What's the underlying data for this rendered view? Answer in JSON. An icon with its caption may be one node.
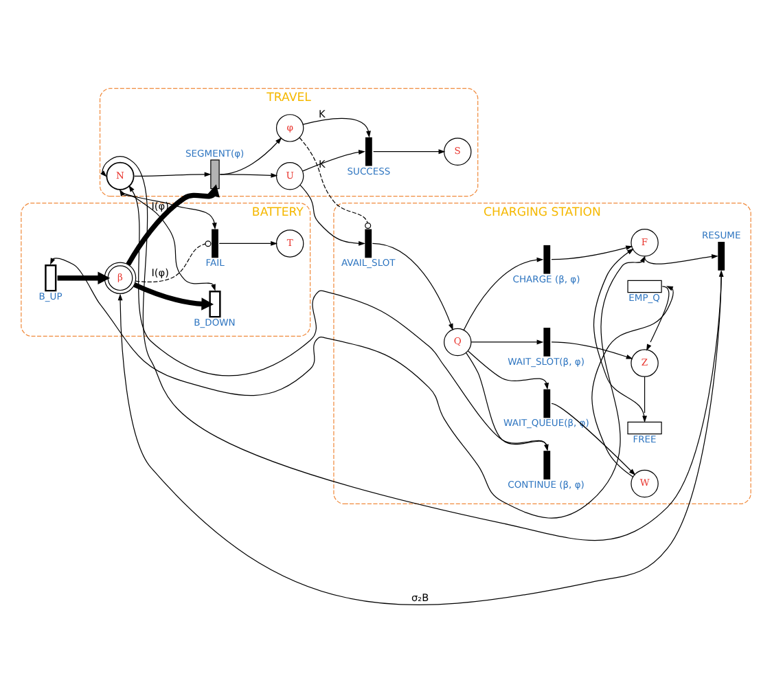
{
  "diagram": {
    "nodes": [
      {
        "text": [
          "TRAVEL"
        ]
      },
      {
        "text": [
          "CHARGING STATION"
        ]
      },
      {
        "text": [
          "BATTERY"
        ]
      },
      {
        "text": [
          "S"
        ],
        "in": 0
      },
      {
        "text": [
          "CONTINUE (β, φ)"
        ],
        "in": 1
      },
      {
        "text": [
          "WAIT_QUEUE(β, φ)"
        ],
        "in": 1
      },
      {
        "text": [
          "W"
        ],
        "in": 1
      },
      {
        "text": [
          "SUCCESS"
        ],
        "in": 0
      },
      {
        "text": [
          "φ"
        ],
        "in": 0
      },
      {
        "text": [
          "EMP_Q"
        ],
        "in": 1
      },
      {
        "text": [
          "N"
        ],
        "in": 0
      },
      {
        "text": [
          "SEGMENT(φ)"
        ],
        "in": 0
      },
      {
        "text": [
          "U"
        ],
        "in": 0
      },
      {
        "text": [
          "AVAIL_SLOT"
        ],
        "in": 1
      },
      {
        "text": [
          "Q"
        ],
        "in": 1
      },
      {
        "text": [
          "WAIT_SLOT(β, φ)"
        ],
        "in": 1
      },
      {
        "text": [
          "Z"
        ],
        "in": 1
      },
      {
        "text": [
          "FREE"
        ],
        "in": 1
      },
      {
        "text": [
          "CHARGE (β, φ)"
        ],
        "in": 1
      },
      {
        "text": [
          "B_DOWN"
        ],
        "in": 2
      },
      {
        "text": [
          "β"
        ],
        "in": 2
      },
      {
        "text": [
          "B_UP"
        ],
        "in": 2
      },
      {
        "text": [
          "F"
        ],
        "in": 1
      },
      {
        "text": [
          "T"
        ],
        "in": 2
      },
      {
        "text": [
          "FAIL"
        ],
        "in": 2
      },
      {
        "text": [
          "RESUME"
        ],
        "in": 1
      }
    ],
    "edges": [
      {
        "from": 10,
        "to": 11,
        "arrow": "to"
      },
      {
        "from": 11,
        "to": 8,
        "arrow": "to"
      },
      {
        "from": 11,
        "to": 12,
        "arrow": "to"
      },
      {
        "from": 8,
        "to": 7,
        "arrow": "to",
        "label": "K"
      },
      {
        "from": 8,
        "to": 13,
        "arrow": "other",
        "label": "K",
        "style": "dashed"
      },
      {
        "from": 12,
        "to": 7,
        "arrow": "to"
      },
      {
        "from": 7,
        "to": 3,
        "arrow": "to"
      },
      {
        "from": 12,
        "to": 13,
        "arrow": "to"
      },
      {
        "from": 13,
        "to": 14,
        "arrow": "to"
      },
      {
        "from": 14,
        "to": 4,
        "arrow": "to"
      },
      {
        "from": 4,
        "to": 10,
        "arrow": "to"
      },
      {
        "from": 14,
        "to": 5,
        "arrow": "to"
      },
      {
        "from": 5,
        "to": 6,
        "arrow": "to"
      },
      {
        "from": 6,
        "to": 9,
        "arrow": "to"
      },
      {
        "from": 9,
        "to": 16,
        "arrow": "to"
      },
      {
        "from": 14,
        "to": 15,
        "arrow": "to"
      },
      {
        "from": 15,
        "to": 16,
        "arrow": "to"
      },
      {
        "from": 16,
        "to": 17,
        "arrow": "to"
      },
      {
        "from": 17,
        "to": 22,
        "arrow": "to"
      },
      {
        "from": 14,
        "to": 18,
        "arrow": "to"
      },
      {
        "from": 18,
        "to": 22,
        "arrow": "to"
      },
      {
        "from": 20,
        "to": 11,
        "arrow": "to",
        "label": "I(φ)",
        "style": "thick"
      },
      {
        "from": 20,
        "to": 19,
        "arrow": "to",
        "style": "thick"
      },
      {
        "from": 21,
        "to": 20,
        "arrow": "to",
        "style": "thick"
      },
      {
        "from": 10,
        "to": 19,
        "arrow": "both"
      },
      {
        "from": 10,
        "to": 24,
        "arrow": "to"
      },
      {
        "from": 20,
        "to": 24,
        "arrow": "other",
        "label": "I(φ)",
        "style": "dashed"
      },
      {
        "from": 24,
        "to": 23,
        "arrow": "to"
      },
      {
        "from": 21,
        "to": 22,
        "arrow": "both"
      },
      {
        "from": 20,
        "to": 25,
        "arrow": "both",
        "label": "σ₂B"
      },
      {
        "from": 22,
        "to": 25,
        "arrow": "to"
      },
      {
        "from": 25,
        "to": 10,
        "arrow": "to"
      }
    ]
  }
}
